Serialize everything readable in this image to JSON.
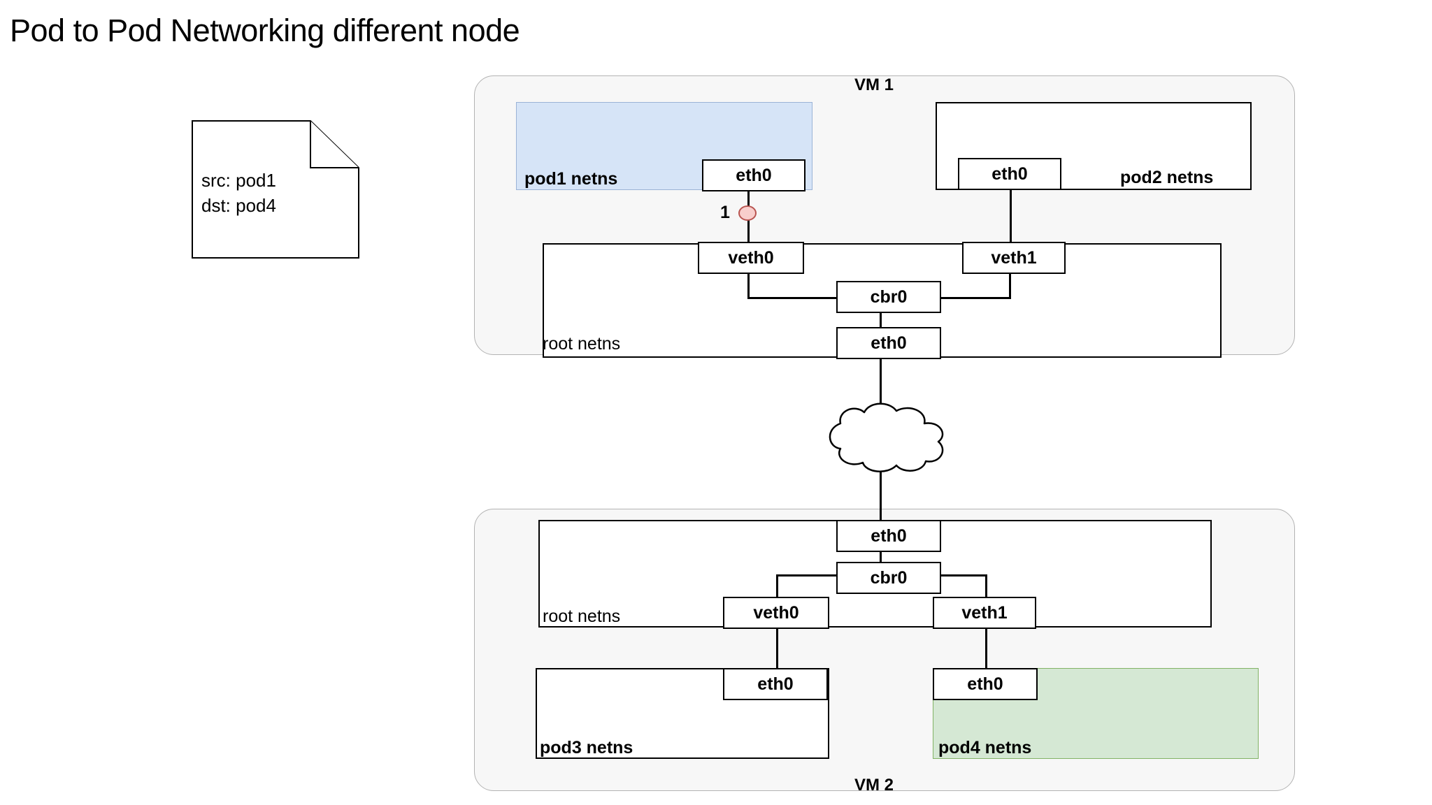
{
  "page": {
    "title": "Pod to Pod Networking different node",
    "background_color": "#ffffff"
  },
  "note": {
    "name": "packet-note",
    "lines": [
      "src: pod1",
      "dst: pod4"
    ],
    "src_label": "src: pod1",
    "dst_label": "dst: pod4"
  },
  "colors": {
    "vm_fill": "#f7f7f7",
    "vm_border": "#b3b3b3",
    "pod1_fill": "#d6e4f7",
    "pod1_border": "#9ab3d6",
    "pod4_fill": "#d5e8d4",
    "pod4_border": "#82b366",
    "hop_fill": "#f8cecc",
    "hop_border": "#b85450",
    "line": "#000000"
  },
  "vm1": {
    "label": "VM 1",
    "pod1": {
      "label": "pod1 netns",
      "eth": "eth0"
    },
    "pod2": {
      "label": "pod2 netns",
      "eth": "eth0"
    },
    "root": {
      "label": "root netns",
      "veth0": "veth0",
      "veth1": "veth1",
      "bridge": "cbr0",
      "eth": "eth0"
    }
  },
  "vm2": {
    "label": "VM 2",
    "root": {
      "label": "root netns",
      "eth": "eth0",
      "bridge": "cbr0",
      "veth0": "veth0",
      "veth1": "veth1"
    },
    "pod3": {
      "label": "pod3 netns",
      "eth": "eth0"
    },
    "pod4": {
      "label": "pod4 netns",
      "eth": "eth0"
    }
  },
  "hops": [
    {
      "number": "1"
    }
  ],
  "network": {
    "cloud_name": "network-cloud"
  }
}
